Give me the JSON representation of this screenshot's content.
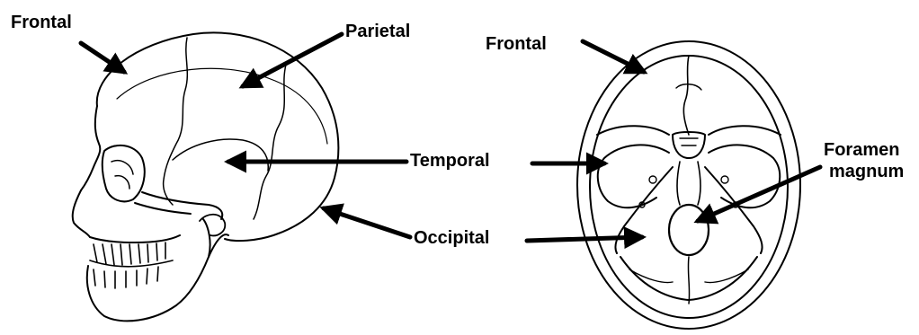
{
  "labels": {
    "lateral_frontal": "Frontal",
    "parietal": "Parietal",
    "temporal": "Temporal",
    "occipital": "Occipital",
    "inferior_frontal": "Frontal",
    "foramen_line1": "Foramen",
    "foramen_line2": "magnum"
  },
  "colors": {
    "ink": "#000000",
    "background": "#ffffff"
  }
}
